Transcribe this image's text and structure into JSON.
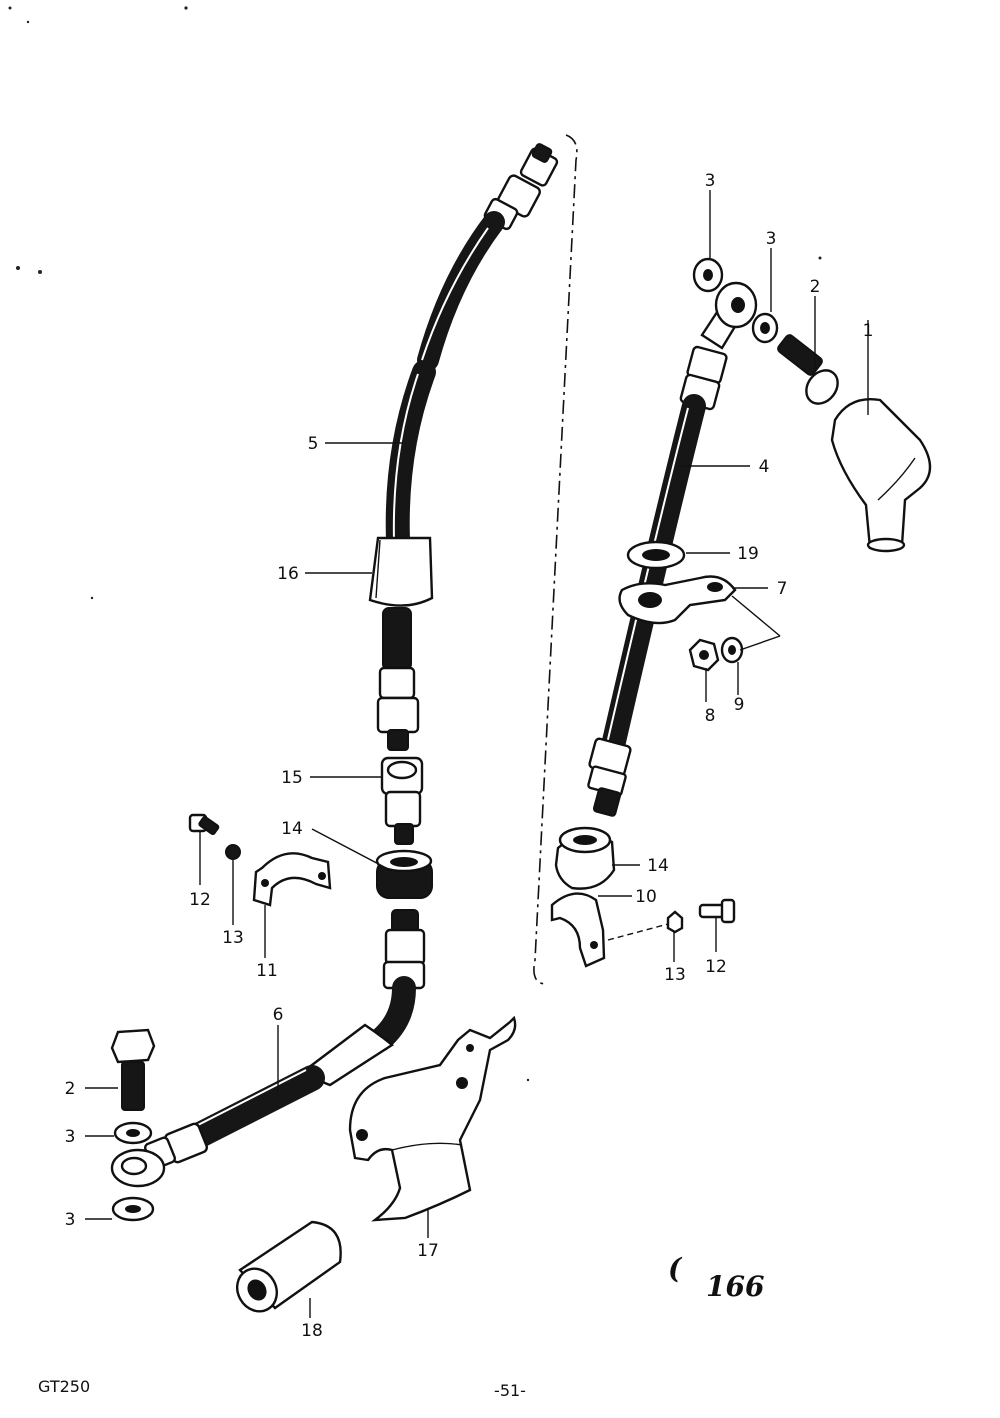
{
  "diagram": {
    "figure_number": "166",
    "figure_prefix": "(",
    "model": "GT250",
    "page_number": "-51-",
    "callouts": [
      {
        "id": "c-1",
        "text": "1"
      },
      {
        "id": "c-2a",
        "text": "2"
      },
      {
        "id": "c-3a",
        "text": "3"
      },
      {
        "id": "c-3b",
        "text": "3"
      },
      {
        "id": "c-4",
        "text": "4"
      },
      {
        "id": "c-5",
        "text": "5"
      },
      {
        "id": "c-16",
        "text": "16"
      },
      {
        "id": "c-19",
        "text": "19"
      },
      {
        "id": "c-7",
        "text": "7"
      },
      {
        "id": "c-8",
        "text": "8"
      },
      {
        "id": "c-9",
        "text": "9"
      },
      {
        "id": "c-15",
        "text": "15"
      },
      {
        "id": "c-14a",
        "text": "14"
      },
      {
        "id": "c-14b",
        "text": "14"
      },
      {
        "id": "c-10",
        "text": "10"
      },
      {
        "id": "c-12a",
        "text": "12"
      },
      {
        "id": "c-13a",
        "text": "13"
      },
      {
        "id": "c-11",
        "text": "11"
      },
      {
        "id": "c-13b",
        "text": "13"
      },
      {
        "id": "c-12b",
        "text": "12"
      },
      {
        "id": "c-6",
        "text": "6"
      },
      {
        "id": "c-2b",
        "text": "2"
      },
      {
        "id": "c-3c",
        "text": "3"
      },
      {
        "id": "c-3d",
        "text": "3"
      },
      {
        "id": "c-17",
        "text": "17"
      },
      {
        "id": "c-18",
        "text": "18"
      }
    ]
  }
}
